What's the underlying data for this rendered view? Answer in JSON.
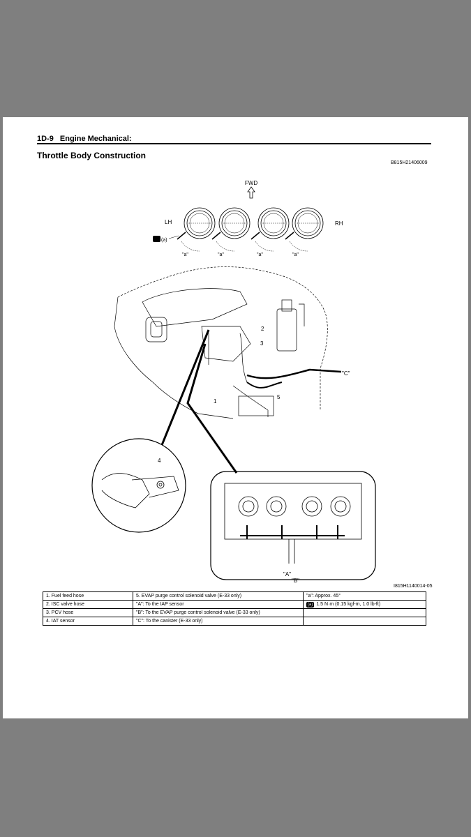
{
  "header": {
    "section_number": "1D-9",
    "section_title": "Engine Mechanical:"
  },
  "title": "Throttle Body Construction",
  "doc_code": "B815H21406009",
  "figure_code": "I815H1140014-05",
  "diagram": {
    "fwd": "FWD",
    "lh": "LH",
    "rh": "RH",
    "torque_tag": "(a)",
    "angle_label": "\"a\"",
    "callouts": [
      "1",
      "2",
      "3",
      "4",
      "5"
    ],
    "detail_a": "\"A\"",
    "detail_b": "\"B\"",
    "detail_c": "\"C\""
  },
  "legend": {
    "rows": [
      [
        "1.  Fuel feed hose",
        "5.  EVAP purge control solenoid valve (E-33 only)",
        "\"a\":  Approx. 45°"
      ],
      [
        "2.  ISC valve hose",
        "\"A\":  To the IAP sensor",
        "1.5 N·m (0.15 kgf-m, 1.0 lb-ft)"
      ],
      [
        "3.  PCV hose",
        "\"B\":  To the EVAP purge control solenoid valve (E-33 only)",
        ""
      ],
      [
        "4.  IAT sensor",
        "\"C\":  To the canister (E-33 only)",
        ""
      ]
    ],
    "torque_badge": "(a)"
  }
}
